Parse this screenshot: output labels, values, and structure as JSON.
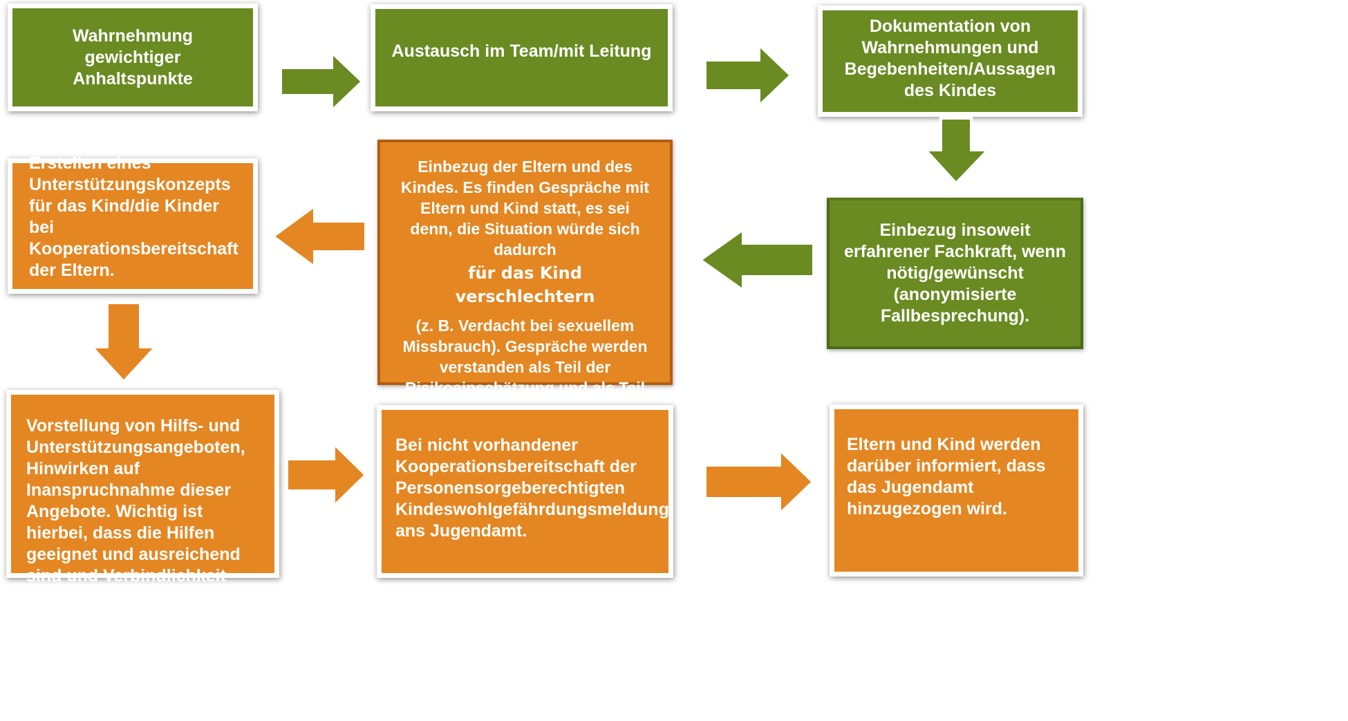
{
  "colors": {
    "green": "#698b22",
    "orange": "#e48622",
    "burst": "#3a3a3a"
  },
  "boxes": {
    "b1": "Wahrnehmung gewichtiger Anhaltspunkte",
    "b2": "Austausch im Team/mit Leitung",
    "b3": "Dokumentation von Wahrnehmungen und Begebenheiten/Aussagen des Kindes",
    "b4": "Einbezug insoweit erfahrener Fachkraft, wenn nötig/gewünscht (anonymisierte Fallbesprechung).",
    "b5_top": "Einbezug der Eltern und des Kindes. Es finden Gespräche mit Eltern und Kind statt, es sei denn, die Situation würde sich dadurch",
    "b5_emph": "für das Kind verschlechtern",
    "b5_bottom": "(z. B. Verdacht bei sexuellem Missbrauch). Gespräche werden verstanden als Teil der Risikoeinschätzung und als Teil der Abwendung von Gefahren.",
    "b6": "Erstellen eines Unterstützungskonzepts für das Kind/die Kinder bei Kooperationsbereitschaft der Eltern.",
    "b7": "Vorstellung von Hilfs- und Unterstützungsangeboten, Hinwirken auf Inanspruchnahme dieser Angebote. Wichtig ist hierbei, dass die Hilfen geeignet und ausreichend sind und Verbindlichkeit hergestellt wird (z.B. Gestaltung des Vermittlungsprozesses).",
    "b8": "Bei nicht vorhandener Kooperationsbereitschaft der Personensorgeberechtigten Kindeswohlgefährdungsmeldung ans Jugendamt.",
    "b9": "Eltern und Kind werden darüber informiert, dass das Jugendamt hinzugezogen wird."
  },
  "icons": {
    "burst": "explosion-icon",
    "arrows": [
      "arrow-right-icon",
      "arrow-down-icon",
      "arrow-left-icon"
    ]
  }
}
